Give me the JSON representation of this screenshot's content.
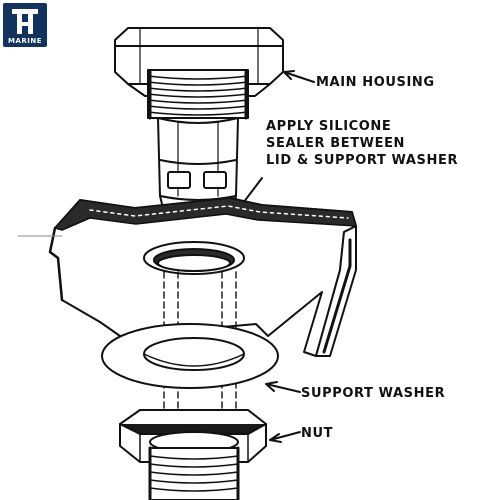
{
  "logo": {
    "icon": "th-marine-logo",
    "text": "MARINE",
    "bg_color": "#13335f"
  },
  "labels": {
    "main_housing": "MAIN HOUSING",
    "silicone_line1": "APPLY SILICONE",
    "silicone_line2": "SEALER BETWEEN",
    "silicone_line3": "LID & SUPPORT WASHER",
    "support_washer": "SUPPORT WASHER",
    "nut": "NUT"
  },
  "colors": {
    "ink": "#111111",
    "paper": "#ffffff"
  }
}
